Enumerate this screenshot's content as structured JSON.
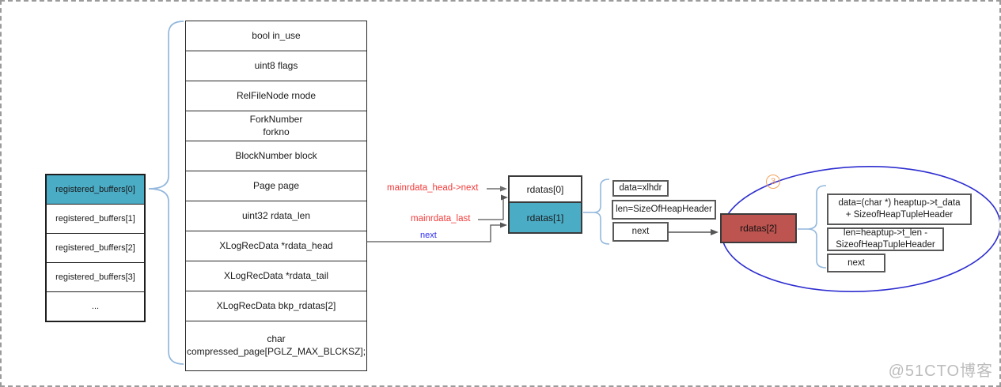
{
  "watermark": "@51CTO博客",
  "buffers_array": {
    "items": [
      "registered_buffers[0]",
      "registered_buffers[1]",
      "registered_buffers[2]",
      "registered_buffers[3]",
      "..."
    ]
  },
  "struct": {
    "fields": [
      "bool in_use",
      "uint8 flags",
      "RelFileNode rnode",
      "ForkNumber\nforkno",
      "BlockNumber block",
      "Page page",
      "uint32 rdata_len",
      "XLogRecData *rdata_head",
      "XLogRecData *rdata_tail",
      "XLogRecData bkp_rdatas[2]",
      "char\ncompressed_page[PGLZ_MAX_BLCKSZ];"
    ]
  },
  "pointers": {
    "mainrdata_head": "mainrdata_head->next",
    "mainrdata_last": "mainrdata_last",
    "next_label": "next"
  },
  "rdatas_array": {
    "items": [
      "rdatas[0]",
      "rdatas[1]"
    ]
  },
  "rdatas1_detail": {
    "items": [
      "data=xlhdr",
      "len=SizeOfHeapHeader",
      "next"
    ]
  },
  "rdatas2": {
    "label": "rdatas[2]",
    "step": "3",
    "items": [
      "data=(char *) heaptup->t_data\n+ SizeofHeapTupleHeader",
      "len=heaptup->t_len -\nSizeofHeapTupleHeader",
      "next"
    ]
  },
  "colors": {
    "teal": "#4BACC6",
    "red_box": "#BE5450",
    "ellipse_blue": "#2D2DD0",
    "brace_blue": "#94B8DD",
    "pointer_red": "#F23B3B",
    "pointer_blue": "#2B2BF0"
  }
}
